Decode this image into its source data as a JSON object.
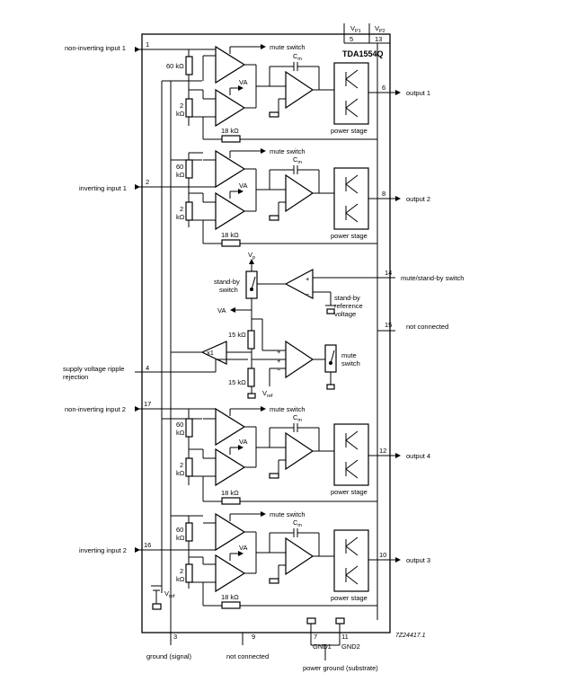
{
  "chip_name": "TDA1554Q",
  "figure_ref": "7Z24417.1",
  "supply": {
    "vp1": "V",
    "vp1_sub": "P1",
    "vp2": "V",
    "vp2_sub": "P2",
    "vp1_pin": "5",
    "vp2_pin": "13"
  },
  "inputs": {
    "noninv1": "non-inverting input 1",
    "inv1": "inverting input 1",
    "noninv2": "non-inverting input 2",
    "inv2": "inverting input 2",
    "svrr_line1": "supply voltage ripple",
    "svrr_line2": "rejection"
  },
  "outputs": {
    "out1": "output 1",
    "out2": "output 2",
    "out4": "output 4",
    "out3": "output 3"
  },
  "pins": {
    "p1": "1",
    "p2": "2",
    "p17": "17",
    "p16": "16",
    "p4": "4",
    "p6": "6",
    "p8": "8",
    "p12": "12",
    "p10": "10",
    "p14": "14",
    "p15": "15",
    "p3": "3",
    "p9": "9",
    "p7": "7",
    "p11": "11"
  },
  "labels": {
    "mute_switch": "mute switch",
    "va": "VA",
    "cm": "C",
    "cm_sub": "m",
    "power_stage": "power stage",
    "r60": "60 kΩ",
    "r60_a": "60",
    "r60_b": "kΩ",
    "r2_a": "2",
    "r2_b": "kΩ",
    "r18": "18 kΩ",
    "r15": "15 kΩ",
    "vp": "V",
    "vp_sub": "p",
    "standby_switch_1": "stand-by",
    "standby_switch_2": "switch",
    "mute_standby_switch": "mute/stand-by switch",
    "standby_ref_1": "stand-by",
    "standby_ref_2": "reference",
    "standby_ref_3": "voltage",
    "not_connected": "not connected",
    "x1": "x1",
    "mute_2": "mute",
    "switch_2": "switch",
    "vref": "V",
    "vref_sub": "ref",
    "ground_signal": "ground (signal)",
    "gnd1": "GND1",
    "gnd2": "GND2",
    "power_ground": "power ground (substrate)"
  }
}
